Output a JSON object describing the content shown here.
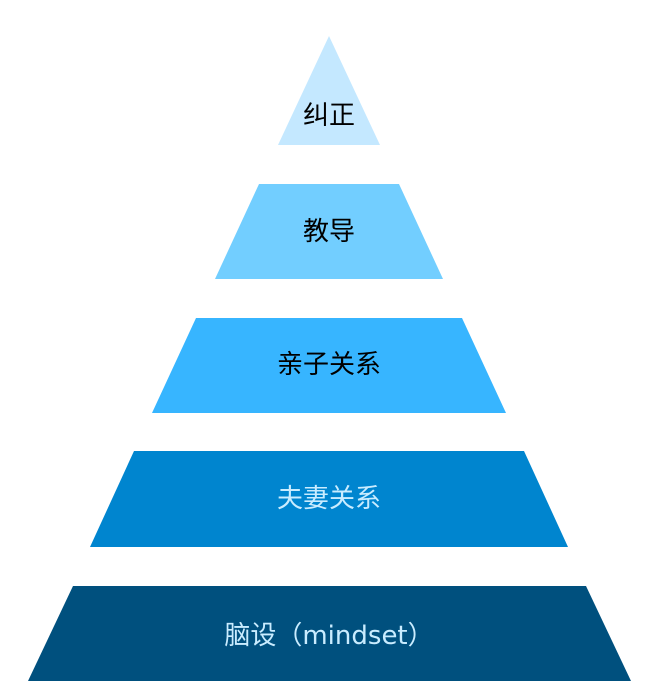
{
  "pyramid": {
    "tiers": [
      {
        "label": "纠正",
        "fill": "#c4e8ff",
        "text_color": "#000000"
      },
      {
        "label": "教导",
        "fill": "#72ceff",
        "text_color": "#000000"
      },
      {
        "label": "亲子关系",
        "fill": "#37b5ff",
        "text_color": "#000000"
      },
      {
        "label": "夫妻关系",
        "fill": "#0085cf",
        "text_color": "#c9ecff"
      },
      {
        "label": "脑设（mindset）",
        "fill": "#00507e",
        "text_color": "#c9ecff"
      }
    ]
  }
}
